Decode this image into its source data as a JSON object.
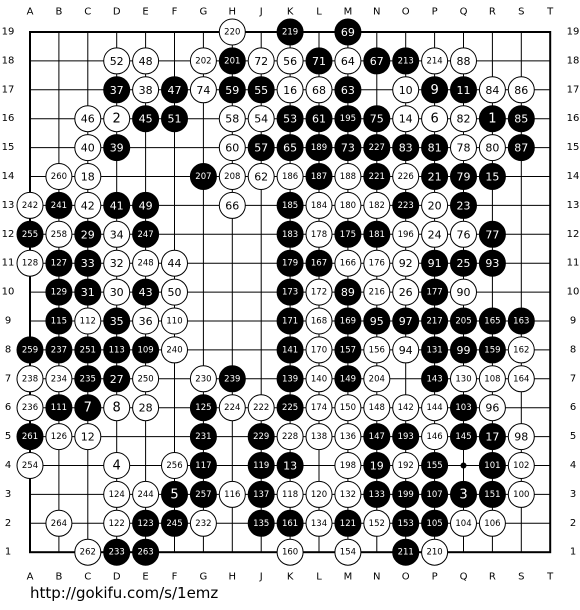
{
  "board": {
    "size": 19,
    "col_labels": [
      "A",
      "B",
      "C",
      "D",
      "E",
      "F",
      "G",
      "H",
      "J",
      "K",
      "L",
      "M",
      "N",
      "O",
      "P",
      "Q",
      "R",
      "S",
      "T"
    ],
    "row_labels": [
      "19",
      "18",
      "17",
      "16",
      "15",
      "14",
      "13",
      "12",
      "11",
      "10",
      "9",
      "8",
      "7",
      "6",
      "5",
      "4",
      "3",
      "2",
      "1"
    ],
    "colors": {
      "line": "#000000",
      "black_stone": "#000000",
      "white_stone": "#ffffff",
      "black_text": "#ffffff",
      "white_text": "#000000",
      "background": "#ffffff"
    },
    "star_point": [
      15,
      15
    ],
    "stones": [
      [
        7,
        0,
        "w",
        "220"
      ],
      [
        9,
        0,
        "b",
        "219"
      ],
      [
        11,
        0,
        "b",
        "69"
      ],
      [
        3,
        1,
        "w",
        "52"
      ],
      [
        4,
        1,
        "w",
        "48"
      ],
      [
        6,
        1,
        "w",
        "202"
      ],
      [
        7,
        1,
        "b",
        "201"
      ],
      [
        8,
        1,
        "w",
        "72"
      ],
      [
        9,
        1,
        "w",
        "56"
      ],
      [
        10,
        1,
        "b",
        "71"
      ],
      [
        11,
        1,
        "w",
        "64"
      ],
      [
        12,
        1,
        "b",
        "67"
      ],
      [
        13,
        1,
        "b",
        "213"
      ],
      [
        14,
        1,
        "w",
        "214"
      ],
      [
        15,
        1,
        "w",
        "88"
      ],
      [
        3,
        2,
        "b",
        "37"
      ],
      [
        4,
        2,
        "w",
        "38"
      ],
      [
        5,
        2,
        "b",
        "47"
      ],
      [
        6,
        2,
        "w",
        "74"
      ],
      [
        7,
        2,
        "b",
        "59"
      ],
      [
        8,
        2,
        "b",
        "55"
      ],
      [
        9,
        2,
        "w",
        "16"
      ],
      [
        10,
        2,
        "w",
        "68"
      ],
      [
        11,
        2,
        "b",
        "63"
      ],
      [
        13,
        2,
        "w",
        "10"
      ],
      [
        14,
        2,
        "b",
        "9"
      ],
      [
        15,
        2,
        "b",
        "11"
      ],
      [
        16,
        2,
        "w",
        "84"
      ],
      [
        17,
        2,
        "w",
        "86"
      ],
      [
        2,
        3,
        "w",
        "46"
      ],
      [
        3,
        3,
        "w",
        "2"
      ],
      [
        4,
        3,
        "b",
        "45"
      ],
      [
        5,
        3,
        "b",
        "51"
      ],
      [
        7,
        3,
        "w",
        "58"
      ],
      [
        8,
        3,
        "w",
        "54"
      ],
      [
        9,
        3,
        "b",
        "53"
      ],
      [
        10,
        3,
        "b",
        "61"
      ],
      [
        11,
        3,
        "b",
        "195"
      ],
      [
        12,
        3,
        "b",
        "75"
      ],
      [
        13,
        3,
        "w",
        "14"
      ],
      [
        14,
        3,
        "w",
        "6"
      ],
      [
        15,
        3,
        "w",
        "82"
      ],
      [
        16,
        3,
        "b",
        "1"
      ],
      [
        17,
        3,
        "b",
        "85"
      ],
      [
        2,
        4,
        "w",
        "40"
      ],
      [
        3,
        4,
        "b",
        "39"
      ],
      [
        7,
        4,
        "w",
        "60"
      ],
      [
        8,
        4,
        "b",
        "57"
      ],
      [
        9,
        4,
        "b",
        "65"
      ],
      [
        10,
        4,
        "b",
        "189"
      ],
      [
        11,
        4,
        "b",
        "73"
      ],
      [
        12,
        4,
        "b",
        "227"
      ],
      [
        13,
        4,
        "b",
        "83"
      ],
      [
        14,
        4,
        "b",
        "81"
      ],
      [
        15,
        4,
        "w",
        "78"
      ],
      [
        16,
        4,
        "w",
        "80"
      ],
      [
        17,
        4,
        "b",
        "87"
      ],
      [
        1,
        5,
        "w",
        "260"
      ],
      [
        2,
        5,
        "w",
        "18"
      ],
      [
        6,
        5,
        "b",
        "207"
      ],
      [
        7,
        5,
        "w",
        "208"
      ],
      [
        8,
        5,
        "w",
        "62"
      ],
      [
        9,
        5,
        "w",
        "186"
      ],
      [
        10,
        5,
        "b",
        "187"
      ],
      [
        11,
        5,
        "w",
        "188"
      ],
      [
        12,
        5,
        "b",
        "221"
      ],
      [
        13,
        5,
        "w",
        "226"
      ],
      [
        14,
        5,
        "b",
        "21"
      ],
      [
        15,
        5,
        "b",
        "79"
      ],
      [
        16,
        5,
        "b",
        "15"
      ],
      [
        0,
        6,
        "w",
        "242"
      ],
      [
        1,
        6,
        "b",
        "241"
      ],
      [
        2,
        6,
        "w",
        "42"
      ],
      [
        3,
        6,
        "b",
        "41"
      ],
      [
        4,
        6,
        "b",
        "49"
      ],
      [
        7,
        6,
        "w",
        "66"
      ],
      [
        9,
        6,
        "b",
        "185"
      ],
      [
        10,
        6,
        "w",
        "184"
      ],
      [
        11,
        6,
        "w",
        "180"
      ],
      [
        12,
        6,
        "w",
        "182"
      ],
      [
        13,
        6,
        "b",
        "223"
      ],
      [
        14,
        6,
        "w",
        "20"
      ],
      [
        15,
        6,
        "b",
        "23"
      ],
      [
        0,
        7,
        "b",
        "255"
      ],
      [
        1,
        7,
        "w",
        "258"
      ],
      [
        2,
        7,
        "b",
        "29"
      ],
      [
        3,
        7,
        "w",
        "34"
      ],
      [
        4,
        7,
        "b",
        "247"
      ],
      [
        9,
        7,
        "b",
        "183"
      ],
      [
        10,
        7,
        "w",
        "178"
      ],
      [
        11,
        7,
        "b",
        "175"
      ],
      [
        12,
        7,
        "b",
        "181"
      ],
      [
        13,
        7,
        "w",
        "196"
      ],
      [
        14,
        7,
        "w",
        "24"
      ],
      [
        15,
        7,
        "w",
        "76"
      ],
      [
        16,
        7,
        "b",
        "77"
      ],
      [
        0,
        8,
        "w",
        "128"
      ],
      [
        1,
        8,
        "b",
        "127"
      ],
      [
        2,
        8,
        "b",
        "33"
      ],
      [
        3,
        8,
        "w",
        "32"
      ],
      [
        4,
        8,
        "w",
        "248"
      ],
      [
        5,
        8,
        "w",
        "44"
      ],
      [
        9,
        8,
        "b",
        "179"
      ],
      [
        10,
        8,
        "b",
        "167"
      ],
      [
        11,
        8,
        "w",
        "166"
      ],
      [
        12,
        8,
        "w",
        "176"
      ],
      [
        13,
        8,
        "w",
        "92"
      ],
      [
        14,
        8,
        "b",
        "91"
      ],
      [
        15,
        8,
        "b",
        "25"
      ],
      [
        16,
        8,
        "b",
        "93"
      ],
      [
        1,
        9,
        "b",
        "129"
      ],
      [
        2,
        9,
        "b",
        "31"
      ],
      [
        3,
        9,
        "w",
        "30"
      ],
      [
        4,
        9,
        "b",
        "43"
      ],
      [
        5,
        9,
        "w",
        "50"
      ],
      [
        9,
        9,
        "b",
        "173"
      ],
      [
        10,
        9,
        "w",
        "172"
      ],
      [
        11,
        9,
        "b",
        "89"
      ],
      [
        12,
        9,
        "w",
        "216"
      ],
      [
        13,
        9,
        "w",
        "26"
      ],
      [
        14,
        9,
        "b",
        "177"
      ],
      [
        15,
        9,
        "w",
        "90"
      ],
      [
        1,
        10,
        "b",
        "115"
      ],
      [
        2,
        10,
        "w",
        "112"
      ],
      [
        3,
        10,
        "b",
        "35"
      ],
      [
        4,
        10,
        "w",
        "36"
      ],
      [
        5,
        10,
        "w",
        "110"
      ],
      [
        9,
        10,
        "b",
        "171"
      ],
      [
        10,
        10,
        "w",
        "168"
      ],
      [
        11,
        10,
        "b",
        "169"
      ],
      [
        12,
        10,
        "b",
        "95"
      ],
      [
        13,
        10,
        "b",
        "97"
      ],
      [
        14,
        10,
        "b",
        "217"
      ],
      [
        15,
        10,
        "b",
        "205"
      ],
      [
        16,
        10,
        "b",
        "165"
      ],
      [
        17,
        10,
        "b",
        "163"
      ],
      [
        0,
        11,
        "b",
        "259"
      ],
      [
        1,
        11,
        "b",
        "237"
      ],
      [
        2,
        11,
        "b",
        "251"
      ],
      [
        3,
        11,
        "b",
        "113"
      ],
      [
        4,
        11,
        "b",
        "109"
      ],
      [
        5,
        11,
        "w",
        "240"
      ],
      [
        9,
        11,
        "b",
        "141"
      ],
      [
        10,
        11,
        "w",
        "170"
      ],
      [
        11,
        11,
        "b",
        "157"
      ],
      [
        12,
        11,
        "w",
        "156"
      ],
      [
        13,
        11,
        "w",
        "94"
      ],
      [
        14,
        11,
        "b",
        "131"
      ],
      [
        15,
        11,
        "b",
        "99"
      ],
      [
        16,
        11,
        "b",
        "159"
      ],
      [
        17,
        11,
        "w",
        "162"
      ],
      [
        0,
        12,
        "w",
        "238"
      ],
      [
        1,
        12,
        "w",
        "234"
      ],
      [
        2,
        12,
        "b",
        "235"
      ],
      [
        3,
        12,
        "b",
        "27"
      ],
      [
        4,
        12,
        "w",
        "250"
      ],
      [
        6,
        12,
        "w",
        "230"
      ],
      [
        7,
        12,
        "b",
        "239"
      ],
      [
        9,
        12,
        "b",
        "139"
      ],
      [
        10,
        12,
        "w",
        "140"
      ],
      [
        11,
        12,
        "b",
        "149"
      ],
      [
        12,
        12,
        "w",
        "204"
      ],
      [
        14,
        12,
        "b",
        "143"
      ],
      [
        15,
        12,
        "w",
        "130"
      ],
      [
        16,
        12,
        "w",
        "108"
      ],
      [
        17,
        12,
        "w",
        "164"
      ],
      [
        0,
        13,
        "w",
        "236"
      ],
      [
        1,
        13,
        "b",
        "111"
      ],
      [
        2,
        13,
        "b",
        "7"
      ],
      [
        3,
        13,
        "w",
        "8"
      ],
      [
        4,
        13,
        "w",
        "28"
      ],
      [
        6,
        13,
        "b",
        "125"
      ],
      [
        7,
        13,
        "w",
        "224"
      ],
      [
        8,
        13,
        "w",
        "222"
      ],
      [
        9,
        13,
        "b",
        "225"
      ],
      [
        10,
        13,
        "w",
        "174"
      ],
      [
        11,
        13,
        "w",
        "150"
      ],
      [
        12,
        13,
        "w",
        "148"
      ],
      [
        13,
        13,
        "w",
        "142"
      ],
      [
        14,
        13,
        "w",
        "144"
      ],
      [
        15,
        13,
        "b",
        "103"
      ],
      [
        16,
        13,
        "w",
        "96"
      ],
      [
        0,
        14,
        "b",
        "261"
      ],
      [
        1,
        14,
        "w",
        "126"
      ],
      [
        2,
        14,
        "w",
        "12"
      ],
      [
        6,
        14,
        "b",
        "231"
      ],
      [
        8,
        14,
        "b",
        "229"
      ],
      [
        9,
        14,
        "w",
        "228"
      ],
      [
        10,
        14,
        "w",
        "138"
      ],
      [
        11,
        14,
        "w",
        "136"
      ],
      [
        12,
        14,
        "b",
        "147"
      ],
      [
        13,
        14,
        "b",
        "193"
      ],
      [
        14,
        14,
        "w",
        "146"
      ],
      [
        15,
        14,
        "b",
        "145"
      ],
      [
        16,
        14,
        "b",
        "17"
      ],
      [
        17,
        14,
        "w",
        "98"
      ],
      [
        0,
        15,
        "w",
        "254"
      ],
      [
        3,
        15,
        "w",
        "4"
      ],
      [
        5,
        15,
        "w",
        "256"
      ],
      [
        6,
        15,
        "b",
        "117"
      ],
      [
        8,
        15,
        "b",
        "119"
      ],
      [
        9,
        15,
        "b",
        "13"
      ],
      [
        11,
        15,
        "w",
        "198"
      ],
      [
        12,
        15,
        "b",
        "19"
      ],
      [
        13,
        15,
        "w",
        "192"
      ],
      [
        14,
        15,
        "b",
        "155"
      ],
      [
        16,
        15,
        "b",
        "101"
      ],
      [
        17,
        15,
        "w",
        "102"
      ],
      [
        3,
        16,
        "w",
        "124"
      ],
      [
        4,
        16,
        "w",
        "244"
      ],
      [
        5,
        16,
        "b",
        "5"
      ],
      [
        6,
        16,
        "b",
        "257"
      ],
      [
        7,
        16,
        "w",
        "116"
      ],
      [
        8,
        16,
        "b",
        "137"
      ],
      [
        9,
        16,
        "w",
        "118"
      ],
      [
        10,
        16,
        "w",
        "120"
      ],
      [
        11,
        16,
        "w",
        "132"
      ],
      [
        12,
        16,
        "b",
        "133"
      ],
      [
        13,
        16,
        "b",
        "199"
      ],
      [
        14,
        16,
        "b",
        "107"
      ],
      [
        15,
        16,
        "b",
        "3"
      ],
      [
        16,
        16,
        "b",
        "151"
      ],
      [
        17,
        16,
        "w",
        "100"
      ],
      [
        1,
        17,
        "w",
        "264"
      ],
      [
        3,
        17,
        "w",
        "122"
      ],
      [
        4,
        17,
        "b",
        "123"
      ],
      [
        5,
        17,
        "b",
        "245"
      ],
      [
        6,
        17,
        "w",
        "232"
      ],
      [
        8,
        17,
        "b",
        "135"
      ],
      [
        9,
        17,
        "b",
        "161"
      ],
      [
        10,
        17,
        "w",
        "134"
      ],
      [
        11,
        17,
        "b",
        "121"
      ],
      [
        12,
        17,
        "w",
        "152"
      ],
      [
        13,
        17,
        "b",
        "153"
      ],
      [
        14,
        17,
        "b",
        "105"
      ],
      [
        15,
        17,
        "w",
        "104"
      ],
      [
        16,
        17,
        "w",
        "106"
      ],
      [
        2,
        18,
        "w",
        "262"
      ],
      [
        3,
        18,
        "b",
        "233"
      ],
      [
        4,
        18,
        "b",
        "263"
      ],
      [
        9,
        18,
        "w",
        "160"
      ],
      [
        11,
        18,
        "w",
        "154"
      ],
      [
        13,
        18,
        "b",
        "211"
      ],
      [
        14,
        18,
        "w",
        "210"
      ]
    ]
  },
  "footer": {
    "url": "http://gokifu.com/s/1emz"
  }
}
